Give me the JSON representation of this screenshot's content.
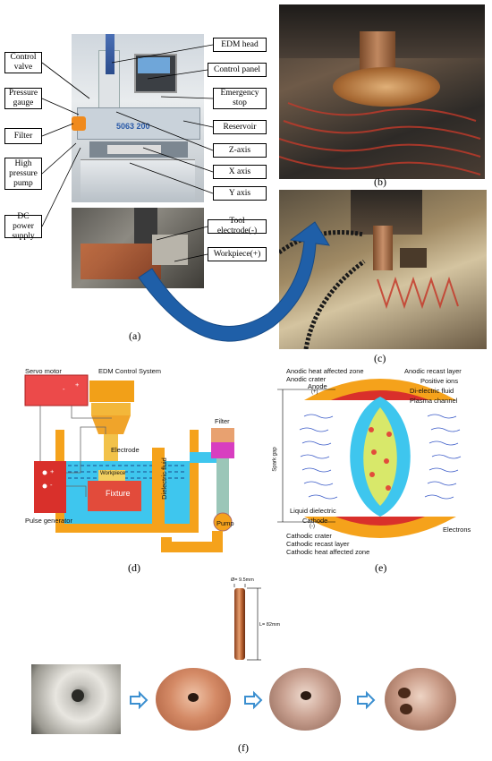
{
  "panel_a": {
    "caption": "(a)",
    "left_labels": [
      "Control valve",
      "Pressure gauge",
      "Filter",
      "High pressure pump",
      "DC power supply"
    ],
    "right_labels": [
      "EDM head",
      "Control panel",
      "Emergency stop",
      "Reservoir",
      "Z-axis",
      "X axis",
      "Y axis",
      "Tool electrode(-)",
      "Workpiece(+)"
    ],
    "machine_text": "5063 200"
  },
  "panel_b": {
    "caption": "(b)"
  },
  "panel_c": {
    "caption": "(c)"
  },
  "panel_d": {
    "caption": "(d)",
    "servo_motor": "Servo motor",
    "edm_control": "EDM Control System",
    "filter": "Filter",
    "electrode": "Electrode",
    "workpiece": "Workpiece",
    "fixture": "Fixture",
    "dielectric": "Dielectric fluid",
    "pump": "Pump",
    "pulse_generator": "Pulse generator",
    "plus": "+",
    "minus": "-"
  },
  "panel_e": {
    "caption": "(e)",
    "anodic_haz": "Anodic heat affected zone",
    "anodic_crater": "Anodic crater",
    "anodic_recast": "Anodic recast layer",
    "positive_ions": "Positive ions",
    "dielectric_fluid": "Di-electric fluid",
    "plasma_channel": "Plasma channel",
    "anode": "Anode",
    "anode_sign": "(+)",
    "spark_gap": "Spark gap",
    "liquid_dielectric": "Liquid dielectric",
    "cathode": "Cathode",
    "cathode_sign": "(-)",
    "cathodic_crater": "Cathodic crater",
    "cathodic_recast": "Cathodic recast layer",
    "cathodic_haz": "Cathodic heat affected zone",
    "electrons": "Electrons"
  },
  "panel_f": {
    "caption": "(f)",
    "diameter": "Ø= 9.5mm",
    "length": "L= 82mm"
  },
  "colors": {
    "arrow_blue": "#1f5fa8",
    "orange": "#f5a21b",
    "cyan": "#3ec6ee",
    "red": "#d9302b"
  }
}
